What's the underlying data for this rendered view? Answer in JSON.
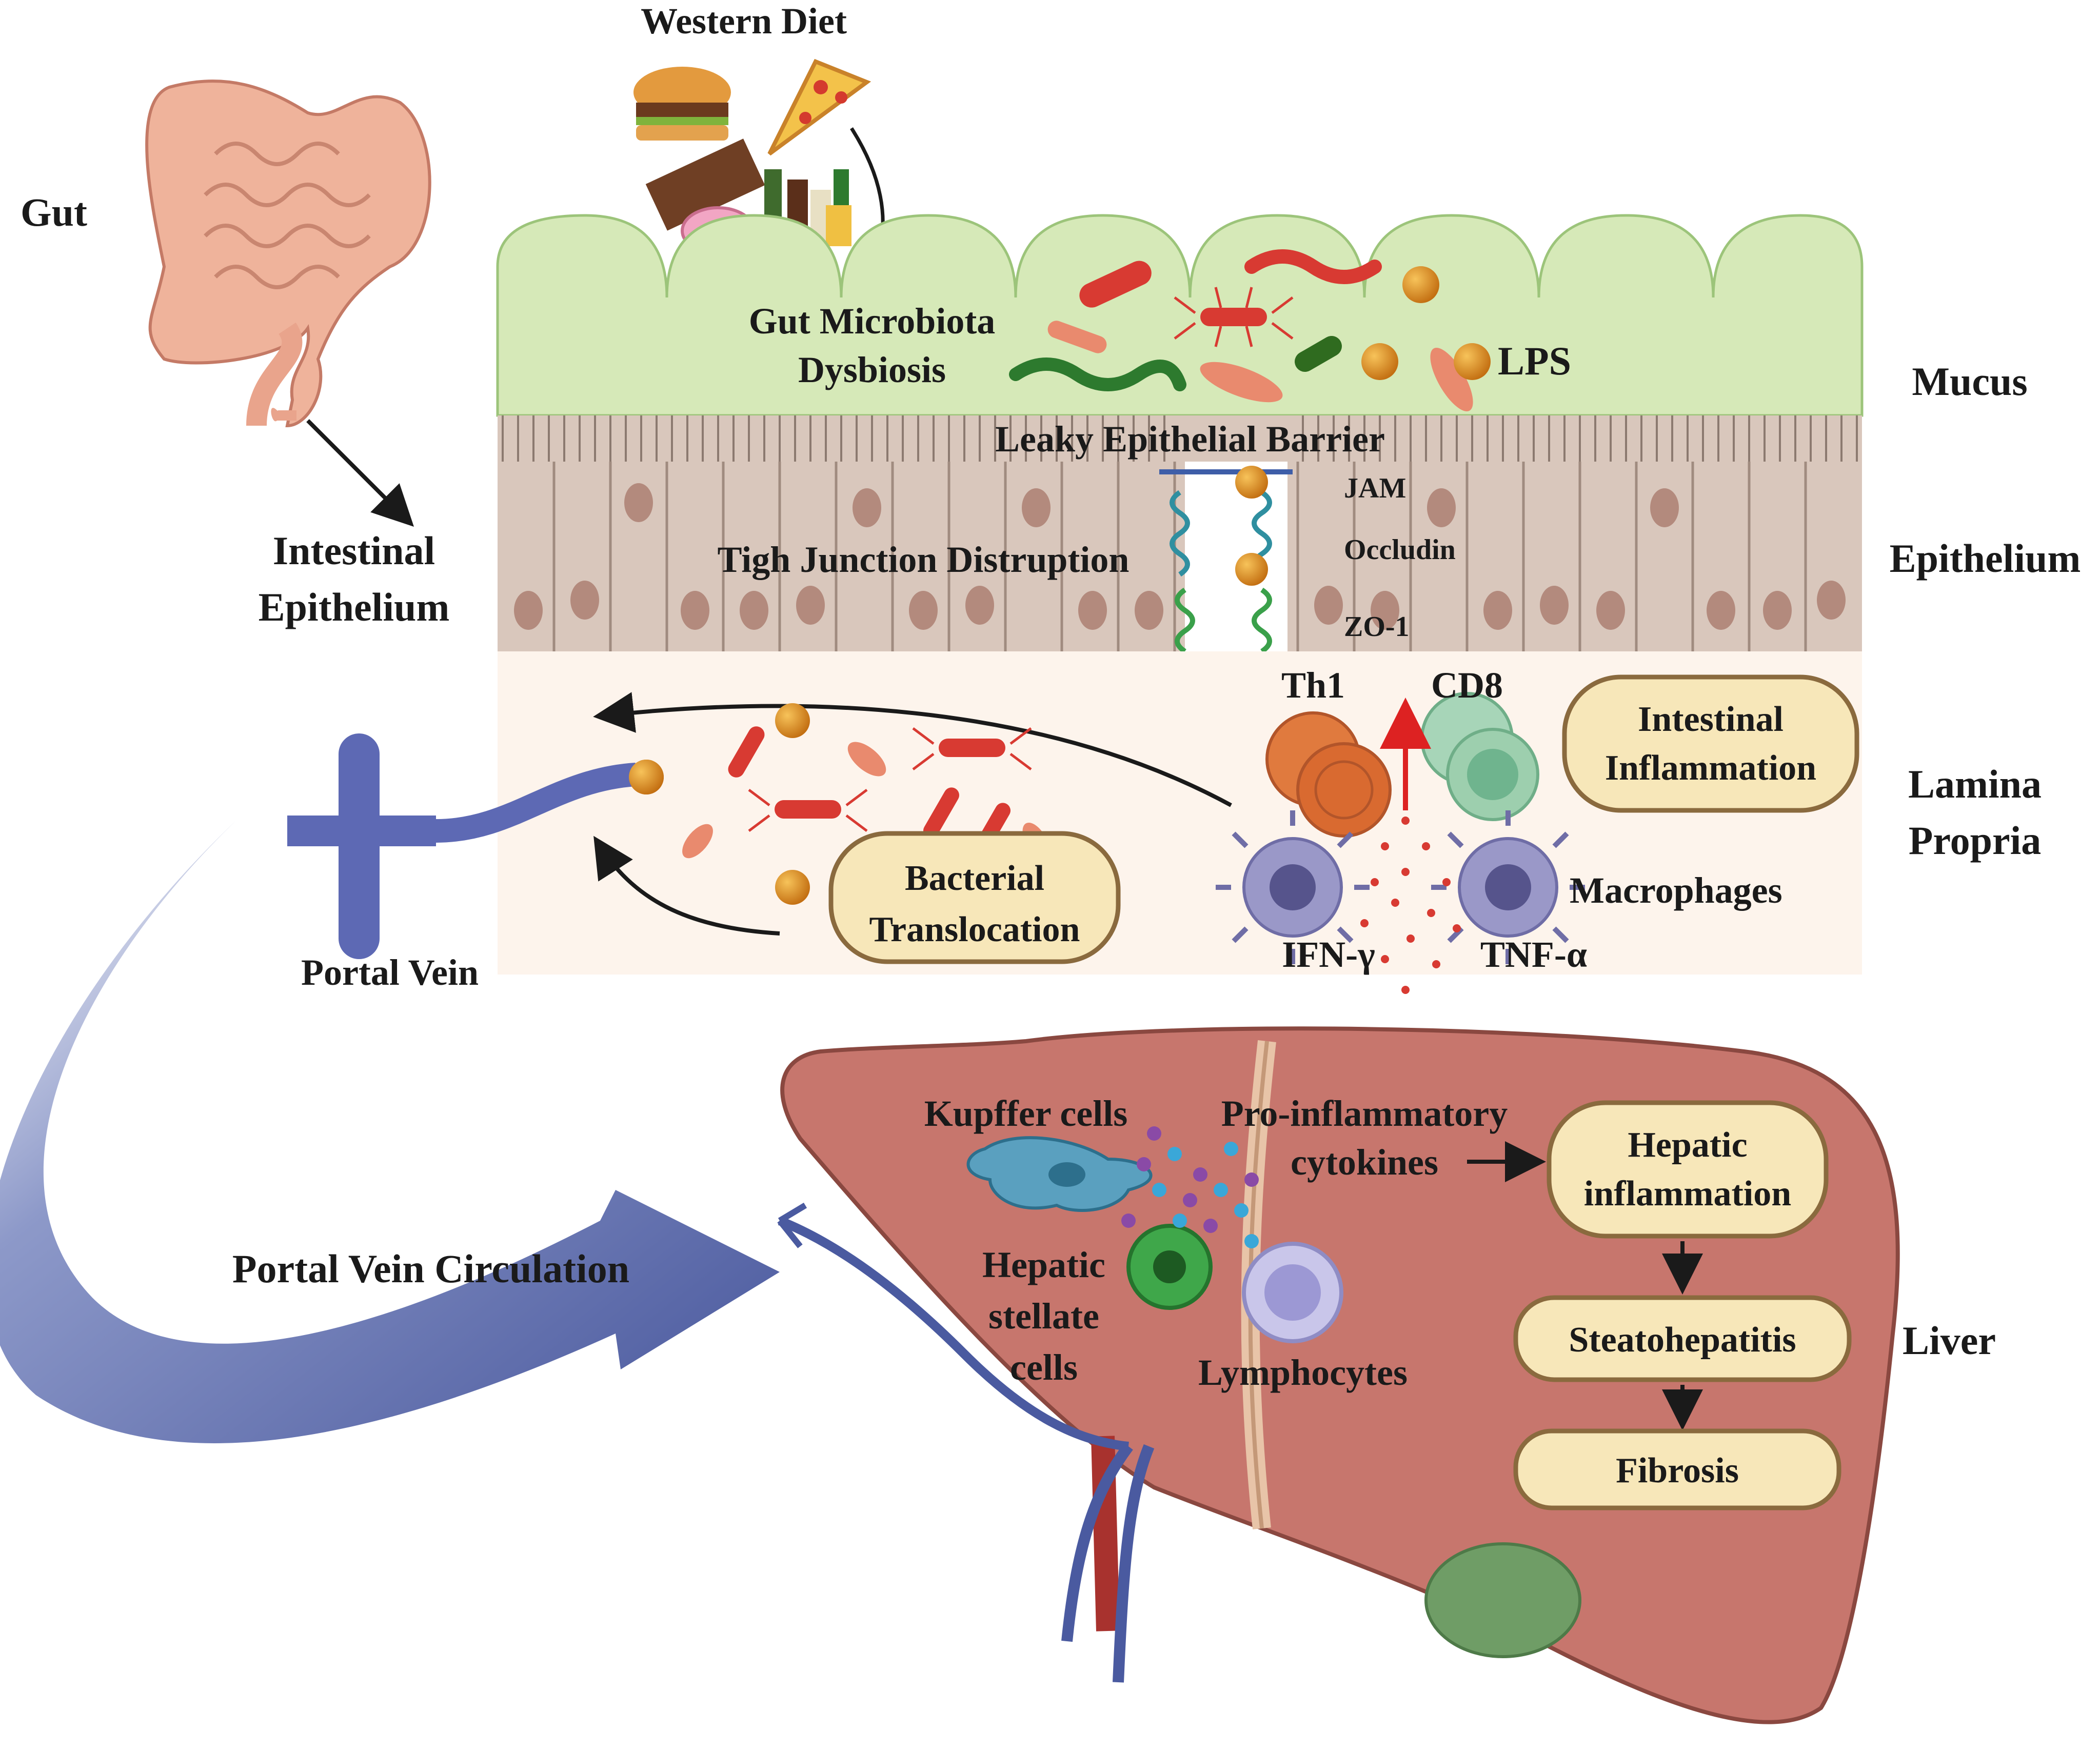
{
  "labels": {
    "gut": "Gut",
    "western_diet": "Western Diet",
    "intestinal_epithelium": [
      "Intestinal",
      "Epithelium"
    ],
    "gut_microbiota_dysbiosis": [
      "Gut Microbiota",
      "Dysbiosis"
    ],
    "lps": "LPS",
    "leaky_barrier": "Leaky Epithelial Barrier",
    "tight_junction": "Tigh Junction Distruption",
    "jam": "JAM",
    "occludin": "Occludin",
    "zo1": "ZO-1",
    "th1": "Th1",
    "cd8": "CD8",
    "macrophages": "Macrophages",
    "ifn_gamma": "IFN-γ",
    "tnf_alpha": "TNF-α",
    "portal_vein": "Portal Vein",
    "portal_vein_circulation": "Portal Vein Circulation",
    "kupffer_cells": "Kupffer cells",
    "pro_inflammatory": [
      "Pro-inflammatory",
      "cytokines"
    ],
    "hepatic_stellate": [
      "Hepatic",
      "stellate",
      "cells"
    ],
    "lymphocytes": "Lymphocytes"
  },
  "layers": {
    "mucus": "Mucus",
    "epithelium": "Epithelium",
    "lamina_propria": [
      "Lamina",
      "Propria"
    ],
    "liver": "Liver"
  },
  "boxes": {
    "intestinal_inflammation": [
      "Intestinal",
      "Inflammation"
    ],
    "bacterial_translocation": [
      "Bacterial",
      "Translocation"
    ],
    "hepatic_inflammation": [
      "Hepatic",
      "inflammation"
    ],
    "steatohepatitis": "Steatohepatitis",
    "fibrosis": "Fibrosis"
  },
  "colors": {
    "mucus": "#d6e9b8",
    "epithelium": "#d9c7bc",
    "lamina_propria": "#fdf4ec",
    "liver": "#c7766d",
    "box_fill": "#f7e7b9",
    "box_stroke": "#8a6a3e",
    "portal_vein": "#4a5aa0",
    "bacteria_red": "#d83a32",
    "lps_orange": "#e08a1e"
  }
}
